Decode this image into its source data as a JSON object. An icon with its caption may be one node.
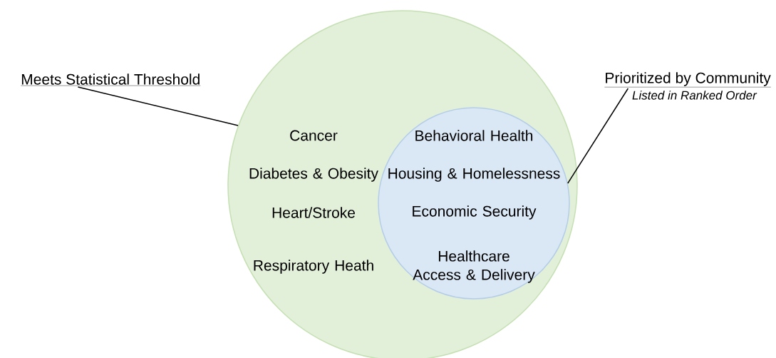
{
  "diagram": {
    "nodes": [
      {
        "text": [
          "Cancer",
          "Diabetes & Obesity",
          "Heart/Stroke",
          "Respiratory Heath"
        ]
      },
      {
        "text": [
          "Behavioral Health",
          "Housing & Homelessness",
          "Economic Security",
          "Healthcare Access & Delivery"
        ],
        "in": 0
      },
      {
        "text": [
          "Meets Statistical Threshold"
        ]
      },
      {
        "text": [
          "Prioritized by Community"
        ],
        "beside": [
          "Listed in Ranked Order"
        ]
      }
    ],
    "edges": [
      {
        "from": 2,
        "to": 0,
        "arrow": "none"
      },
      {
        "from": 3,
        "to": 1,
        "arrow": "none"
      }
    ]
  }
}
